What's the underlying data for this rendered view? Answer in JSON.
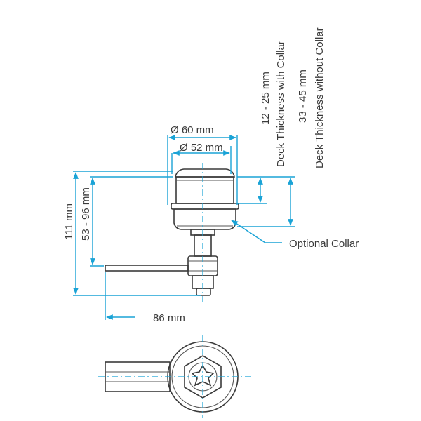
{
  "colors": {
    "dimension": "#1aa3d6",
    "outline": "#3a3a3a",
    "background": "#ffffff"
  },
  "labels": {
    "dia_outer": "Ø 60 mm",
    "dia_inner": "Ø 52 mm",
    "deck_with_collar_range": "12 - 25 mm",
    "deck_with_collar_text": "Deck Thickness with Collar",
    "deck_without_collar_range": "33 - 45 mm",
    "deck_without_collar_text": "Deck Thickness without Collar",
    "optional_collar": "Optional Collar",
    "height_total": "111 mm",
    "height_range": "53 - 96 mm",
    "cam_length": "86 mm"
  }
}
